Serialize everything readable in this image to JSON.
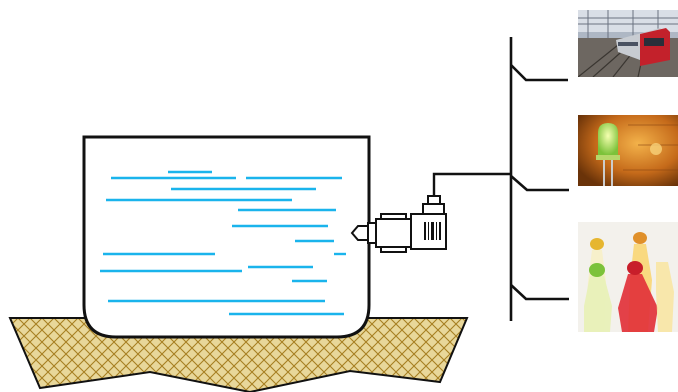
{
  "diagram": {
    "description_labels": [],
    "colors": {
      "liquid": "#1ab4ec",
      "outline": "#111111",
      "ground_fill": "#e8d79a",
      "ground_hatch": "#a77f22"
    },
    "photos": [
      {
        "id": "train",
        "icon": "train-photo"
      },
      {
        "id": "led",
        "icon": "led-photo"
      },
      {
        "id": "bottles",
        "icon": "bottles-photo"
      }
    ]
  }
}
